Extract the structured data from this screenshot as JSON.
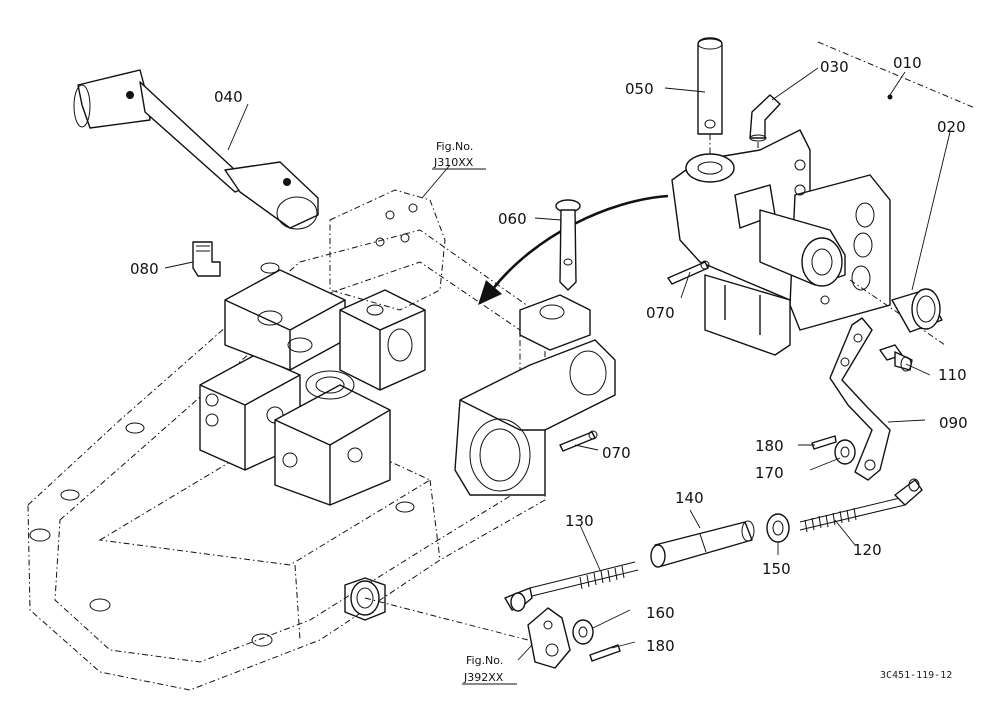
{
  "diagram": {
    "part_labels": {
      "p010": "010",
      "p020": "020",
      "p030": "030",
      "p040": "040",
      "p050": "050",
      "p060": "060",
      "p070a": "070",
      "p070b": "070",
      "p080": "080",
      "p090": "090",
      "p110": "110",
      "p120": "120",
      "p130": "130",
      "p140": "140",
      "p150": "150",
      "p160": "160",
      "p170": "170",
      "p180a": "180",
      "p180b": "180"
    },
    "figure_refs": {
      "ref1": {
        "heading": "Fig.No.",
        "number": "J310XX"
      },
      "ref2": {
        "heading": "Fig.No.",
        "number": "J392XX"
      }
    },
    "drawing_code": "3C451-119-12"
  }
}
